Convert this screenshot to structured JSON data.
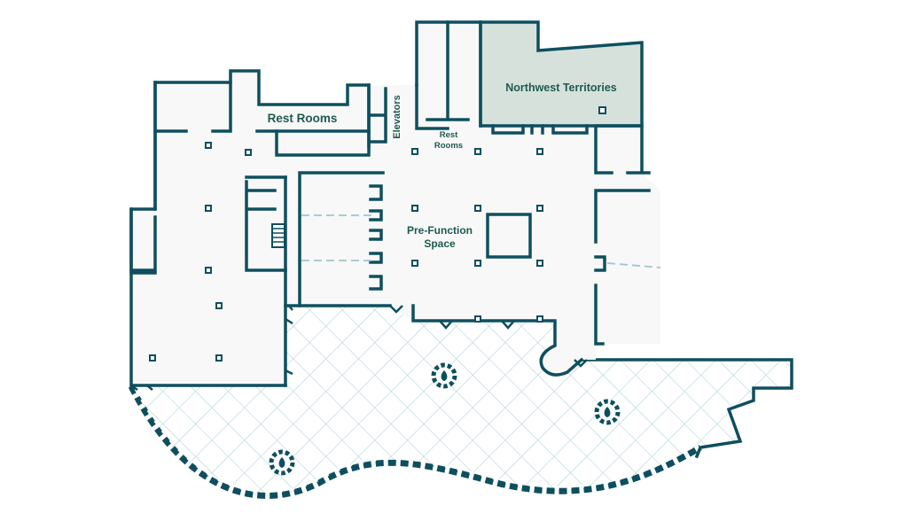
{
  "map": {
    "labels": {
      "rest_rooms_main": "Rest Rooms",
      "elevators": "Elevators",
      "rest_rooms_small_line1": "Rest",
      "rest_rooms_small_line2": "Rooms",
      "northwest_territories": "Northwest Territories",
      "pre_function_line1": "Pre-Function",
      "pre_function_line2": "Space"
    },
    "highlighted_room": "Northwest Territories",
    "colors": {
      "wall": "#0e4f5f",
      "room_fill": "#f7f8f7",
      "highlight_fill": "#d6e1dc",
      "label_text": "#1f5a50",
      "terrace_grid": "#b9d6dc"
    }
  }
}
